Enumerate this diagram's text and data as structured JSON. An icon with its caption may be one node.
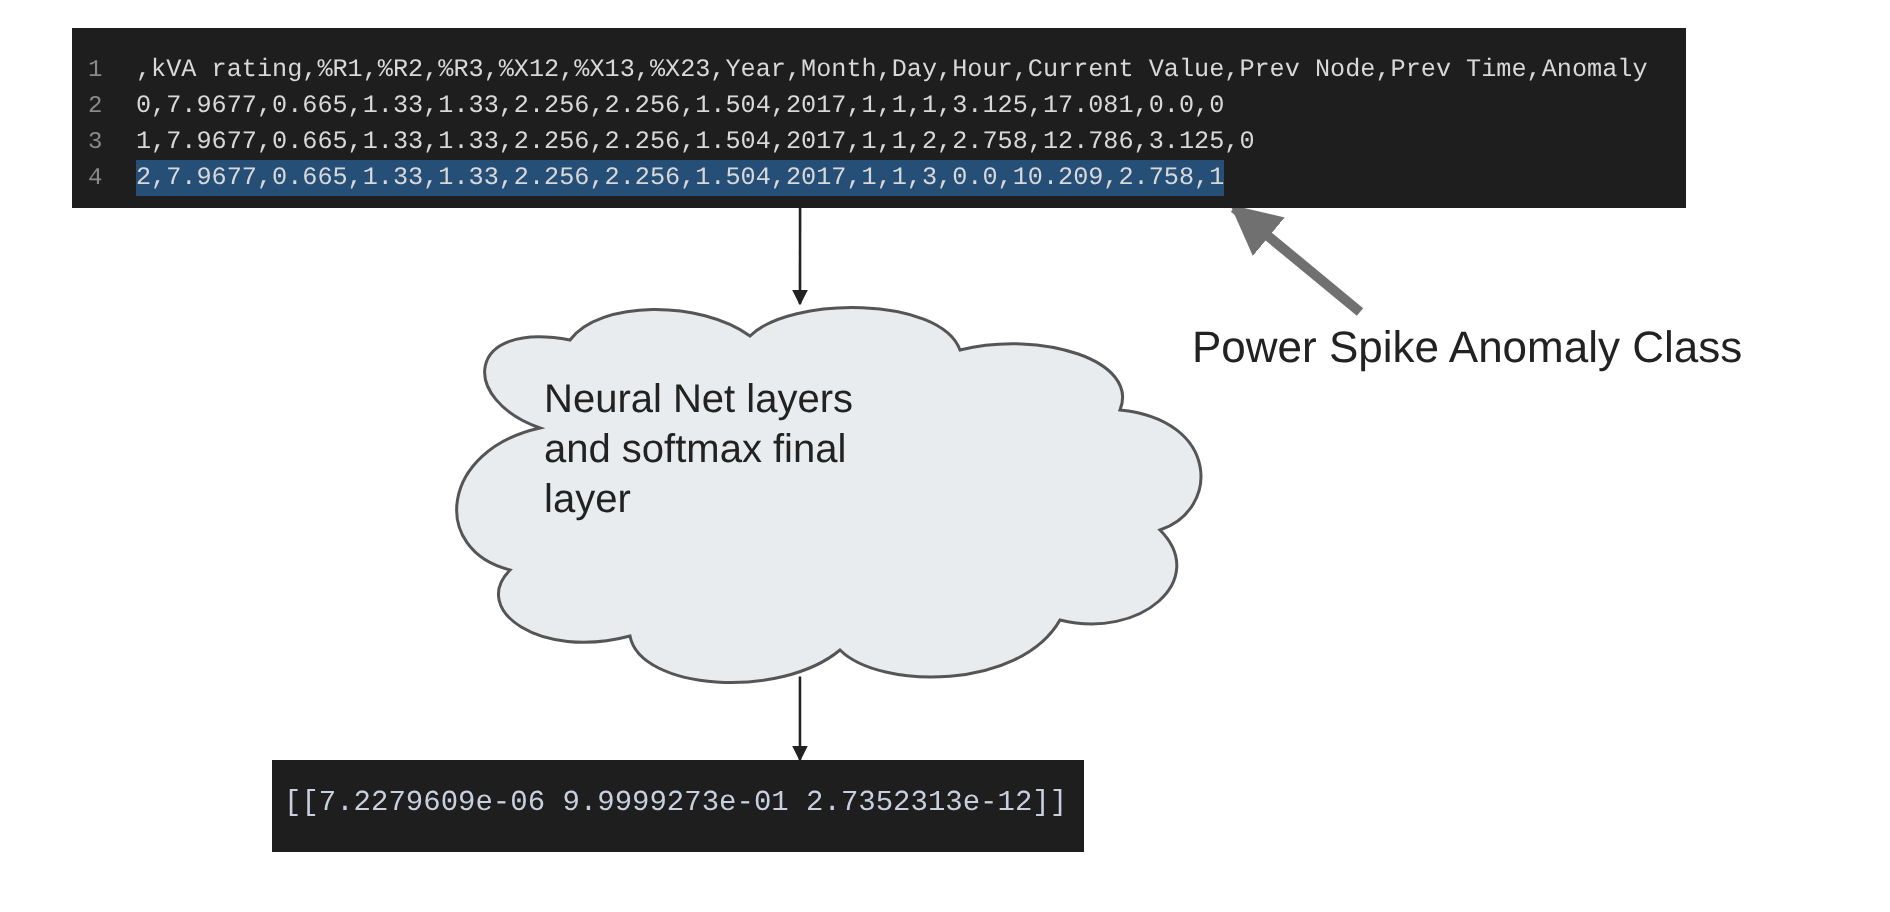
{
  "diagram": {
    "nodes": [
      {
        "text": [
          ",kVA rating,%R1,%R2,%R3,%X12,%X13,%X23,Year,Month,Day,Hour,Current Value,Prev Node,Prev Time,Anomaly",
          "0,7.9677,0.665,1.33,1.33,2.256,2.256,1.504,2017,1,1,1,3.125,17.081,0.0,0",
          "1,7.9677,0.665,1.33,1.33,2.256,2.256,1.504,2017,1,1,2,2.758,12.786,3.125,0",
          "2,7.9677,0.665,1.33,1.33,2.256,2.256,1.504,2017,1,1,3,0.0,10.209,2.758,1"
        ]
      },
      {
        "text": [
          "Neural Net layers and softmax final layer"
        ]
      },
      {
        "text": [
          "[[7.2279609e-06 9.9999273e-01 2.7352313e-12]]"
        ]
      },
      {
        "text": [
          "Power Spike Anomaly Class"
        ]
      }
    ],
    "edges": [
      {
        "from": 0,
        "to": 1,
        "arrow": "to"
      },
      {
        "from": 1,
        "to": 2,
        "arrow": "to"
      },
      {
        "from": 3,
        "to": 0,
        "arrow": "to",
        "style": "thick",
        "color": "#707070"
      }
    ],
    "labels": [
      "1",
      "2",
      "3",
      "4"
    ]
  }
}
